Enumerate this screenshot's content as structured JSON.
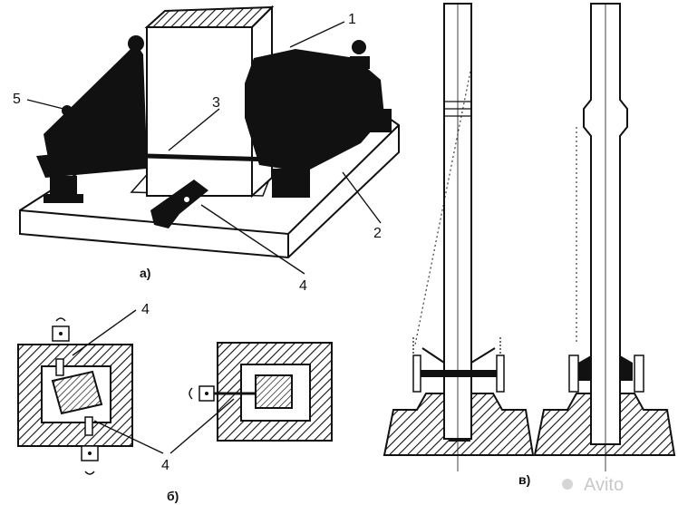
{
  "labels": {
    "l1": "1",
    "l2": "2",
    "l3": "3",
    "l4a": "4",
    "l4b": "4",
    "l4c": "4",
    "l5": "5"
  },
  "captions": {
    "a": "а)",
    "b": "б)",
    "c": "в)"
  },
  "watermark": "Avito",
  "colors": {
    "ink": "#111111",
    "paper": "#ffffff",
    "watermark": "#c9c9c9"
  },
  "icons": [
    "watermark-logo-icon"
  ]
}
